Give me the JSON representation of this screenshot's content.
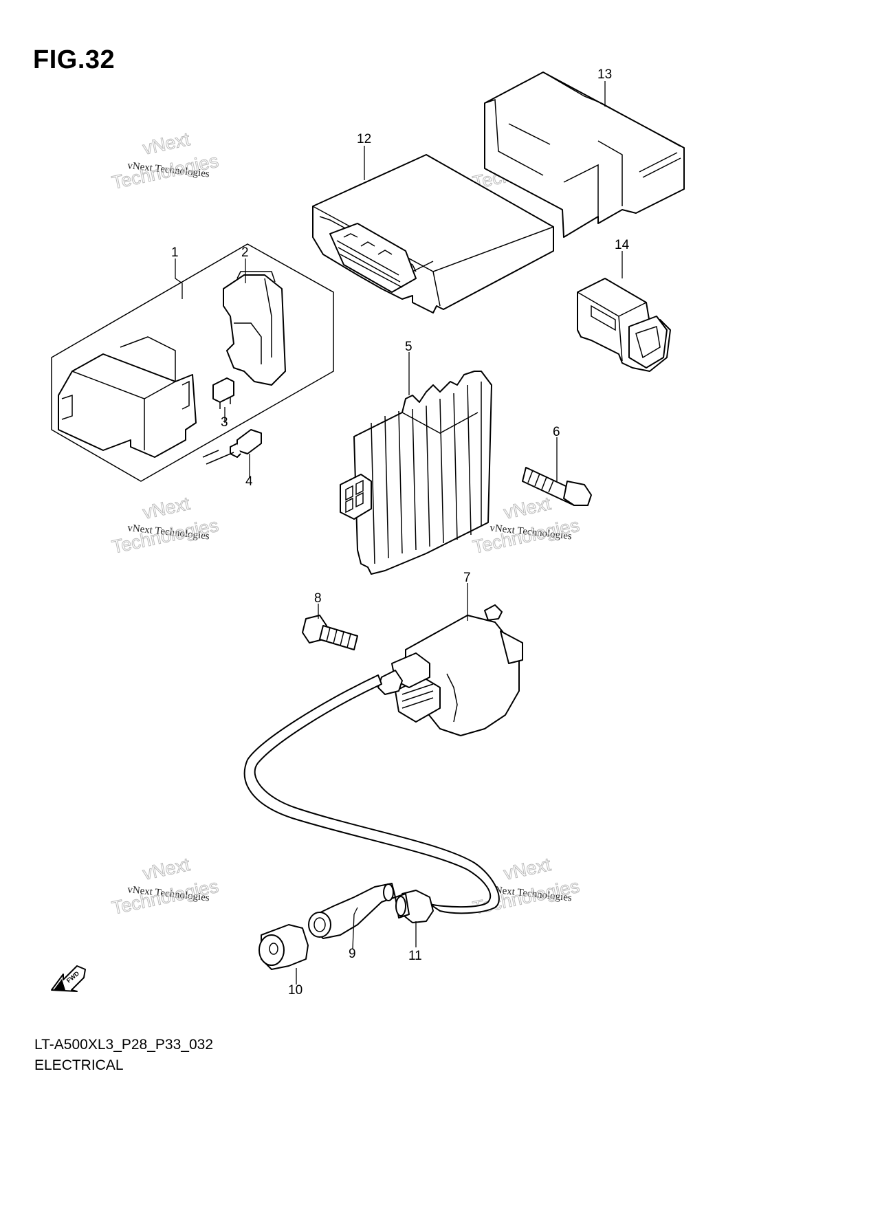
{
  "figure_title": "FIG.32",
  "footer": {
    "model_code": "LT-A500XL3_P28_P33_032",
    "section": "ELECTRICAL"
  },
  "callouts": [
    "1",
    "2",
    "3",
    "4",
    "5",
    "6",
    "7",
    "8",
    "9",
    "10",
    "11",
    "12",
    "13",
    "14"
  ],
  "watermark": {
    "line1": "vNext",
    "line2": "vNext Technologies",
    "line3": "Technologies"
  },
  "fwd_label": "FWD"
}
